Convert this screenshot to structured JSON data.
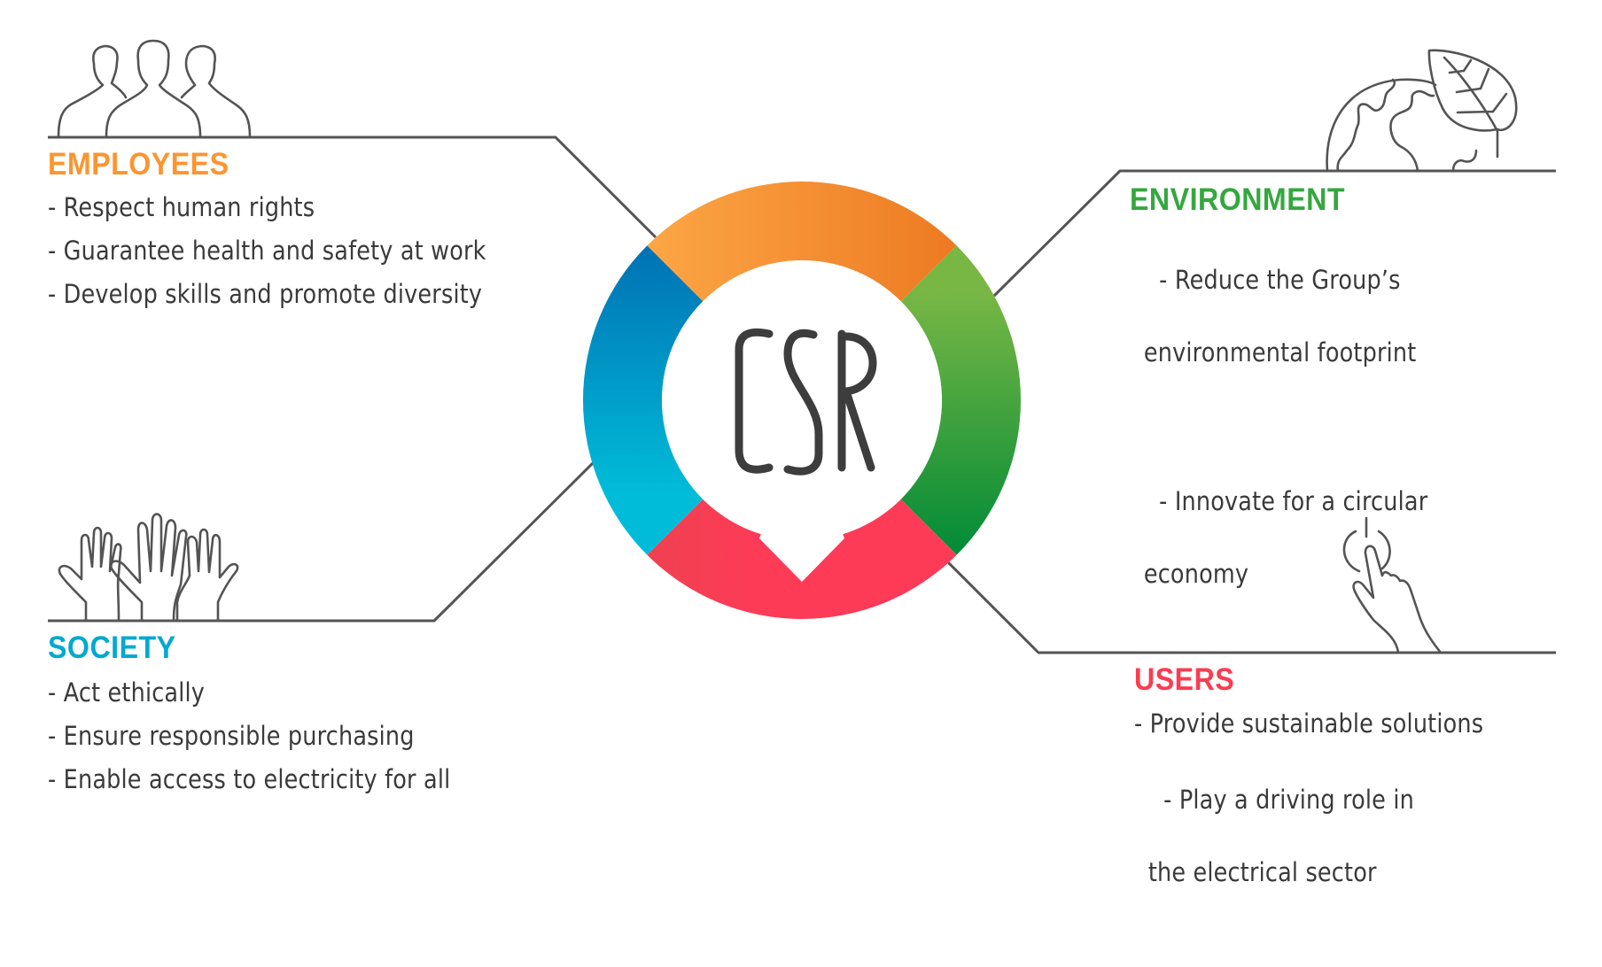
{
  "center": {
    "label": "CSR",
    "text_color": "#3d3d3d"
  },
  "ring": {
    "segments": [
      {
        "name": "employees",
        "position": "top",
        "colors": [
          "#fca645",
          "#ed7a22"
        ]
      },
      {
        "name": "environment",
        "position": "right",
        "colors": [
          "#78b744",
          "#018b37"
        ]
      },
      {
        "name": "users",
        "position": "bottom",
        "colors": [
          "#ef4150",
          "#fd3b57"
        ]
      },
      {
        "name": "society",
        "position": "left",
        "colors": [
          "#0071b4",
          "#00bcd8"
        ]
      }
    ]
  },
  "connector_color": "#545454",
  "sections": {
    "employees": {
      "title": "EMPLOYEES",
      "color": "#fb9530",
      "icon": "people-group-icon",
      "items": [
        {
          "text": "- Respect human rights"
        },
        {
          "text": "- Guarantee health and safety at work"
        },
        {
          "text": "- Develop skills and promote diversity"
        }
      ]
    },
    "environment": {
      "title": "ENVIRONMENT",
      "color": "#34a73f",
      "icon": "globe-leaf-icon",
      "items": [
        {
          "text": "- Reduce the Group’s",
          "cont": "environmental footprint"
        },
        {
          "text": "- Innovate for a circular",
          "cont": "economy"
        }
      ]
    },
    "society": {
      "title": "SOCIETY",
      "color": "#00a9d0",
      "icon": "raised-hands-icon",
      "items": [
        {
          "text": "- Act ethically"
        },
        {
          "text": "- Ensure responsible purchasing"
        },
        {
          "text": "- Enable access to electricity for all"
        }
      ]
    },
    "users": {
      "title": "USERS",
      "color": "#f93d52",
      "icon": "touch-power-icon",
      "items": [
        {
          "text": "- Provide sustainable solutions"
        },
        {
          "text": "- Play a driving role in",
          "cont": "the electrical sector"
        }
      ]
    }
  }
}
